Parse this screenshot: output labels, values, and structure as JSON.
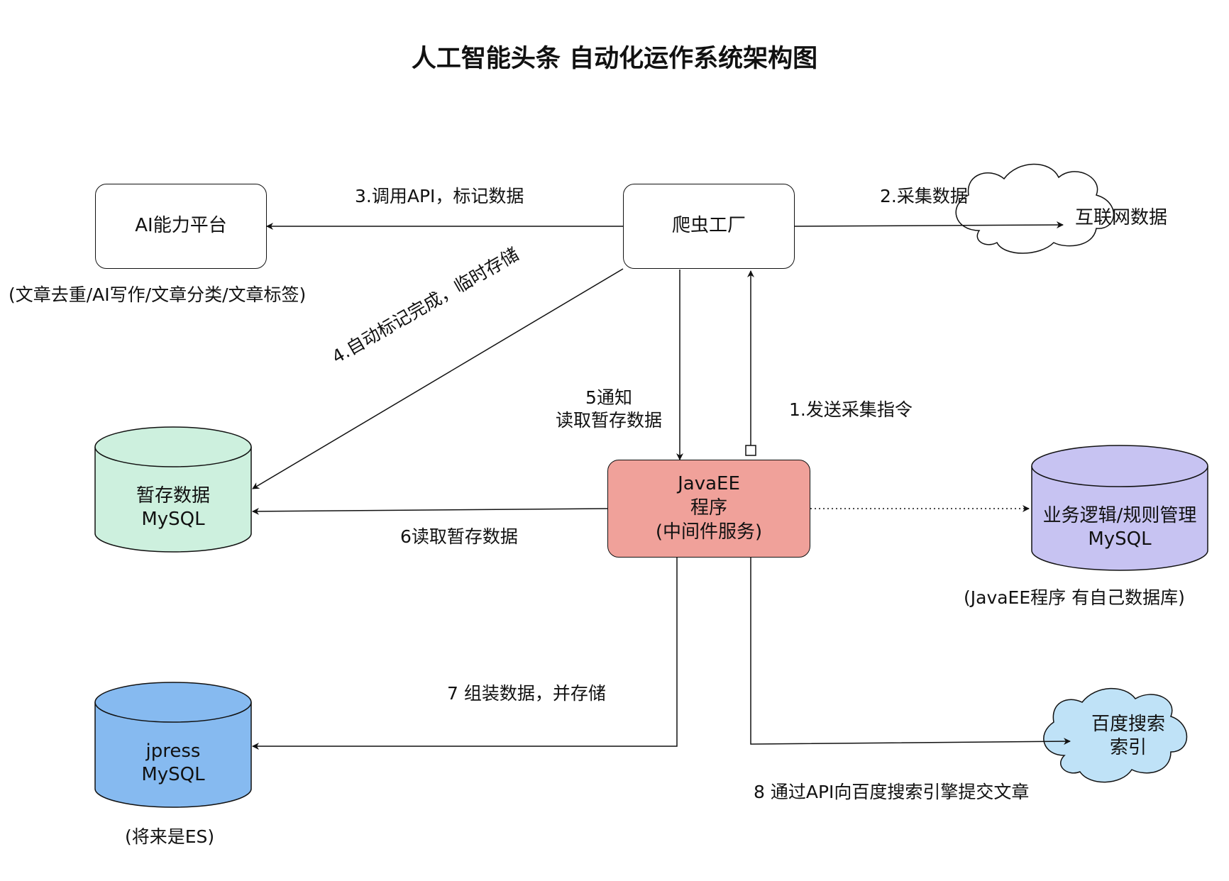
{
  "title": "人工智能头条 自动化运作系统架构图",
  "nodes": {
    "ai_platform": {
      "label": "AI能力平台",
      "caption": "(文章去重/AI写作/文章分类/文章标签)"
    },
    "crawler": {
      "label": "爬虫工厂"
    },
    "internet": {
      "label": "互联网数据"
    },
    "temp_db": {
      "line1": "暂存数据",
      "line2": "MySQL",
      "color": "#cdf0de"
    },
    "javaee": {
      "line1": "JavaEE",
      "line2": "程序",
      "line3": "(中间件服务)",
      "color": "#f0a19a"
    },
    "biz_db": {
      "line1": "业务逻辑/规则管理",
      "line2": "MySQL",
      "caption": "(JavaEE程序 有自己数据库)",
      "color": "#c7c3f2"
    },
    "jpress_db": {
      "line1": "jpress",
      "line2": "MySQL",
      "caption": "(将来是ES)",
      "color": "#86baf0"
    },
    "baidu": {
      "line1": "百度搜索",
      "line2": "索引",
      "color": "#bfe2f7"
    }
  },
  "edges": {
    "e1": "1.发送采集指令",
    "e2": "2.采集数据",
    "e3": "3.调用API，标记数据",
    "e4": "4.自动标记完成，临时存储",
    "e5_line1": "5通知",
    "e5_line2": "读取暂存数据",
    "e6": "6读取暂存数据",
    "e7": "7 组装数据，并存储",
    "e8": "8 通过API向百度搜索引擎提交文章"
  }
}
